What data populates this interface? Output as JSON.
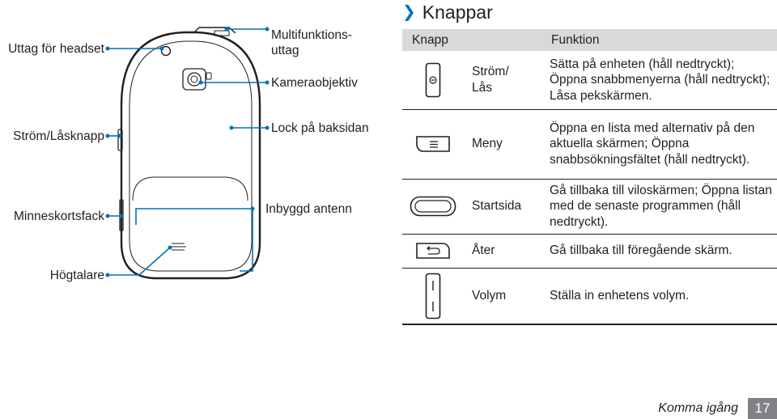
{
  "diagram": {
    "callouts_left": [
      {
        "id": "headset-jack",
        "label": "Uttag för headset"
      },
      {
        "id": "power-lock-key",
        "label": "Ström/Låsknapp"
      },
      {
        "id": "memory-card-slot",
        "label": "Minneskortsfack"
      },
      {
        "id": "speaker",
        "label": "Högtalare"
      }
    ],
    "callouts_right": [
      {
        "id": "multifunction-jack",
        "label": "Multifunktions-\nuttag"
      },
      {
        "id": "camera-lens",
        "label": "Kameraobjektiv"
      },
      {
        "id": "back-cover-lock",
        "label": "Lock på baksidan"
      },
      {
        "id": "internal-antenna",
        "label": "Inbyggd antenn"
      }
    ]
  },
  "section": {
    "chevron": "❯",
    "title": "Knappar"
  },
  "table": {
    "headers": {
      "key": "Knapp",
      "function": "Funktion"
    },
    "rows": [
      {
        "icon": "power-lock-key-icon",
        "name": "Ström/\nLås",
        "function": "Sätta på enheten (håll nedtryckt); Öppna snabbmenyerna (håll nedtryckt); Låsa pekskärmen."
      },
      {
        "icon": "menu-key-icon",
        "name": "Meny",
        "function": "Öppna en lista med alternativ på den aktuella skärmen; Öppna snabbsökningsfältet (håll nedtryckt)."
      },
      {
        "icon": "home-key-icon",
        "name": "Startsida",
        "function": "Gå tillbaka till viloskärmen; Öppna listan med de senaste programmen (håll nedtryckt)."
      },
      {
        "icon": "back-key-icon",
        "name": "Åter",
        "function": "Gå tillbaka till föregående skärm."
      },
      {
        "icon": "volume-key-icon",
        "name": "Volym",
        "function": "Ställa in enhetens volym."
      }
    ]
  },
  "footer": {
    "section": "Komma igång",
    "page": "17"
  },
  "colors": {
    "accent": "#0071bc",
    "header_bg": "#d9d9d9",
    "page_badge": "#808285",
    "text": "#231f20"
  }
}
